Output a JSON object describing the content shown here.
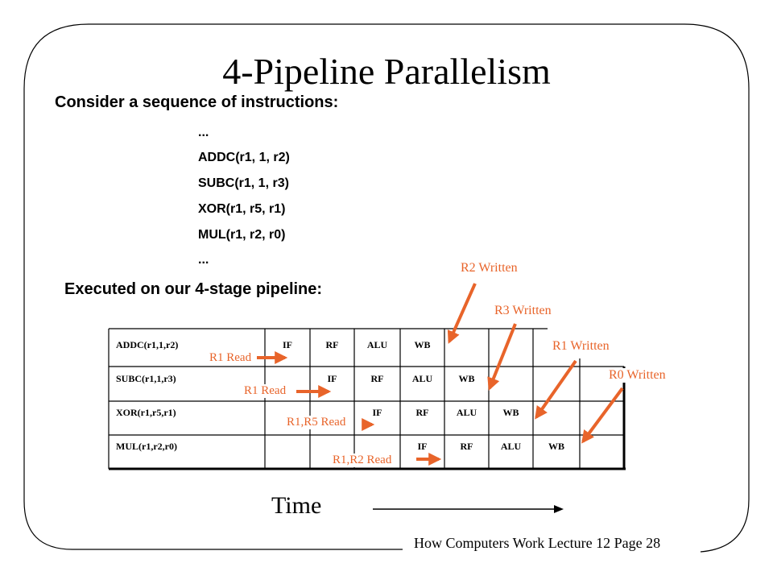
{
  "slide": {
    "title": "4-Pipeline Parallelism",
    "intro": "Consider a sequence of instructions:",
    "instructions": [
      "...",
      "ADDC(r1, 1, r2)",
      "SUBC(r1, 1, r3)",
      "XOR(r1, r5, r1)",
      "MUL(r1, r2, r0)",
      "..."
    ],
    "pipeline_heading": "Executed on our 4-stage pipeline:",
    "time_label": "Time",
    "footer": "How Computers Work Lecture 12 Page 28"
  },
  "pipeline": {
    "rows": [
      {
        "label": "ADDC(r1,1,r2)",
        "stages": [
          "IF",
          "RF",
          "ALU",
          "WB"
        ]
      },
      {
        "label": "SUBC(r1,1,r3)",
        "stages": [
          "IF",
          "RF",
          "ALU",
          "WB"
        ]
      },
      {
        "label": "XOR(r1,r5,r1)",
        "stages": [
          "IF",
          "RF",
          "ALU",
          "WB"
        ]
      },
      {
        "label": "MUL(r1,r2,r0)",
        "stages": [
          "IF",
          "RF",
          "ALU",
          "WB"
        ]
      }
    ]
  },
  "annotations": {
    "reads": [
      "R1 Read",
      "R1 Read",
      "R1,R5 Read",
      "R1,R2 Read"
    ],
    "writes": [
      "R2 Written",
      "R3 Written",
      "R1 Written",
      "R0 Written"
    ]
  },
  "colors": {
    "accent": "#E8642A",
    "ink": "#000000",
    "background": "#ffffff"
  }
}
